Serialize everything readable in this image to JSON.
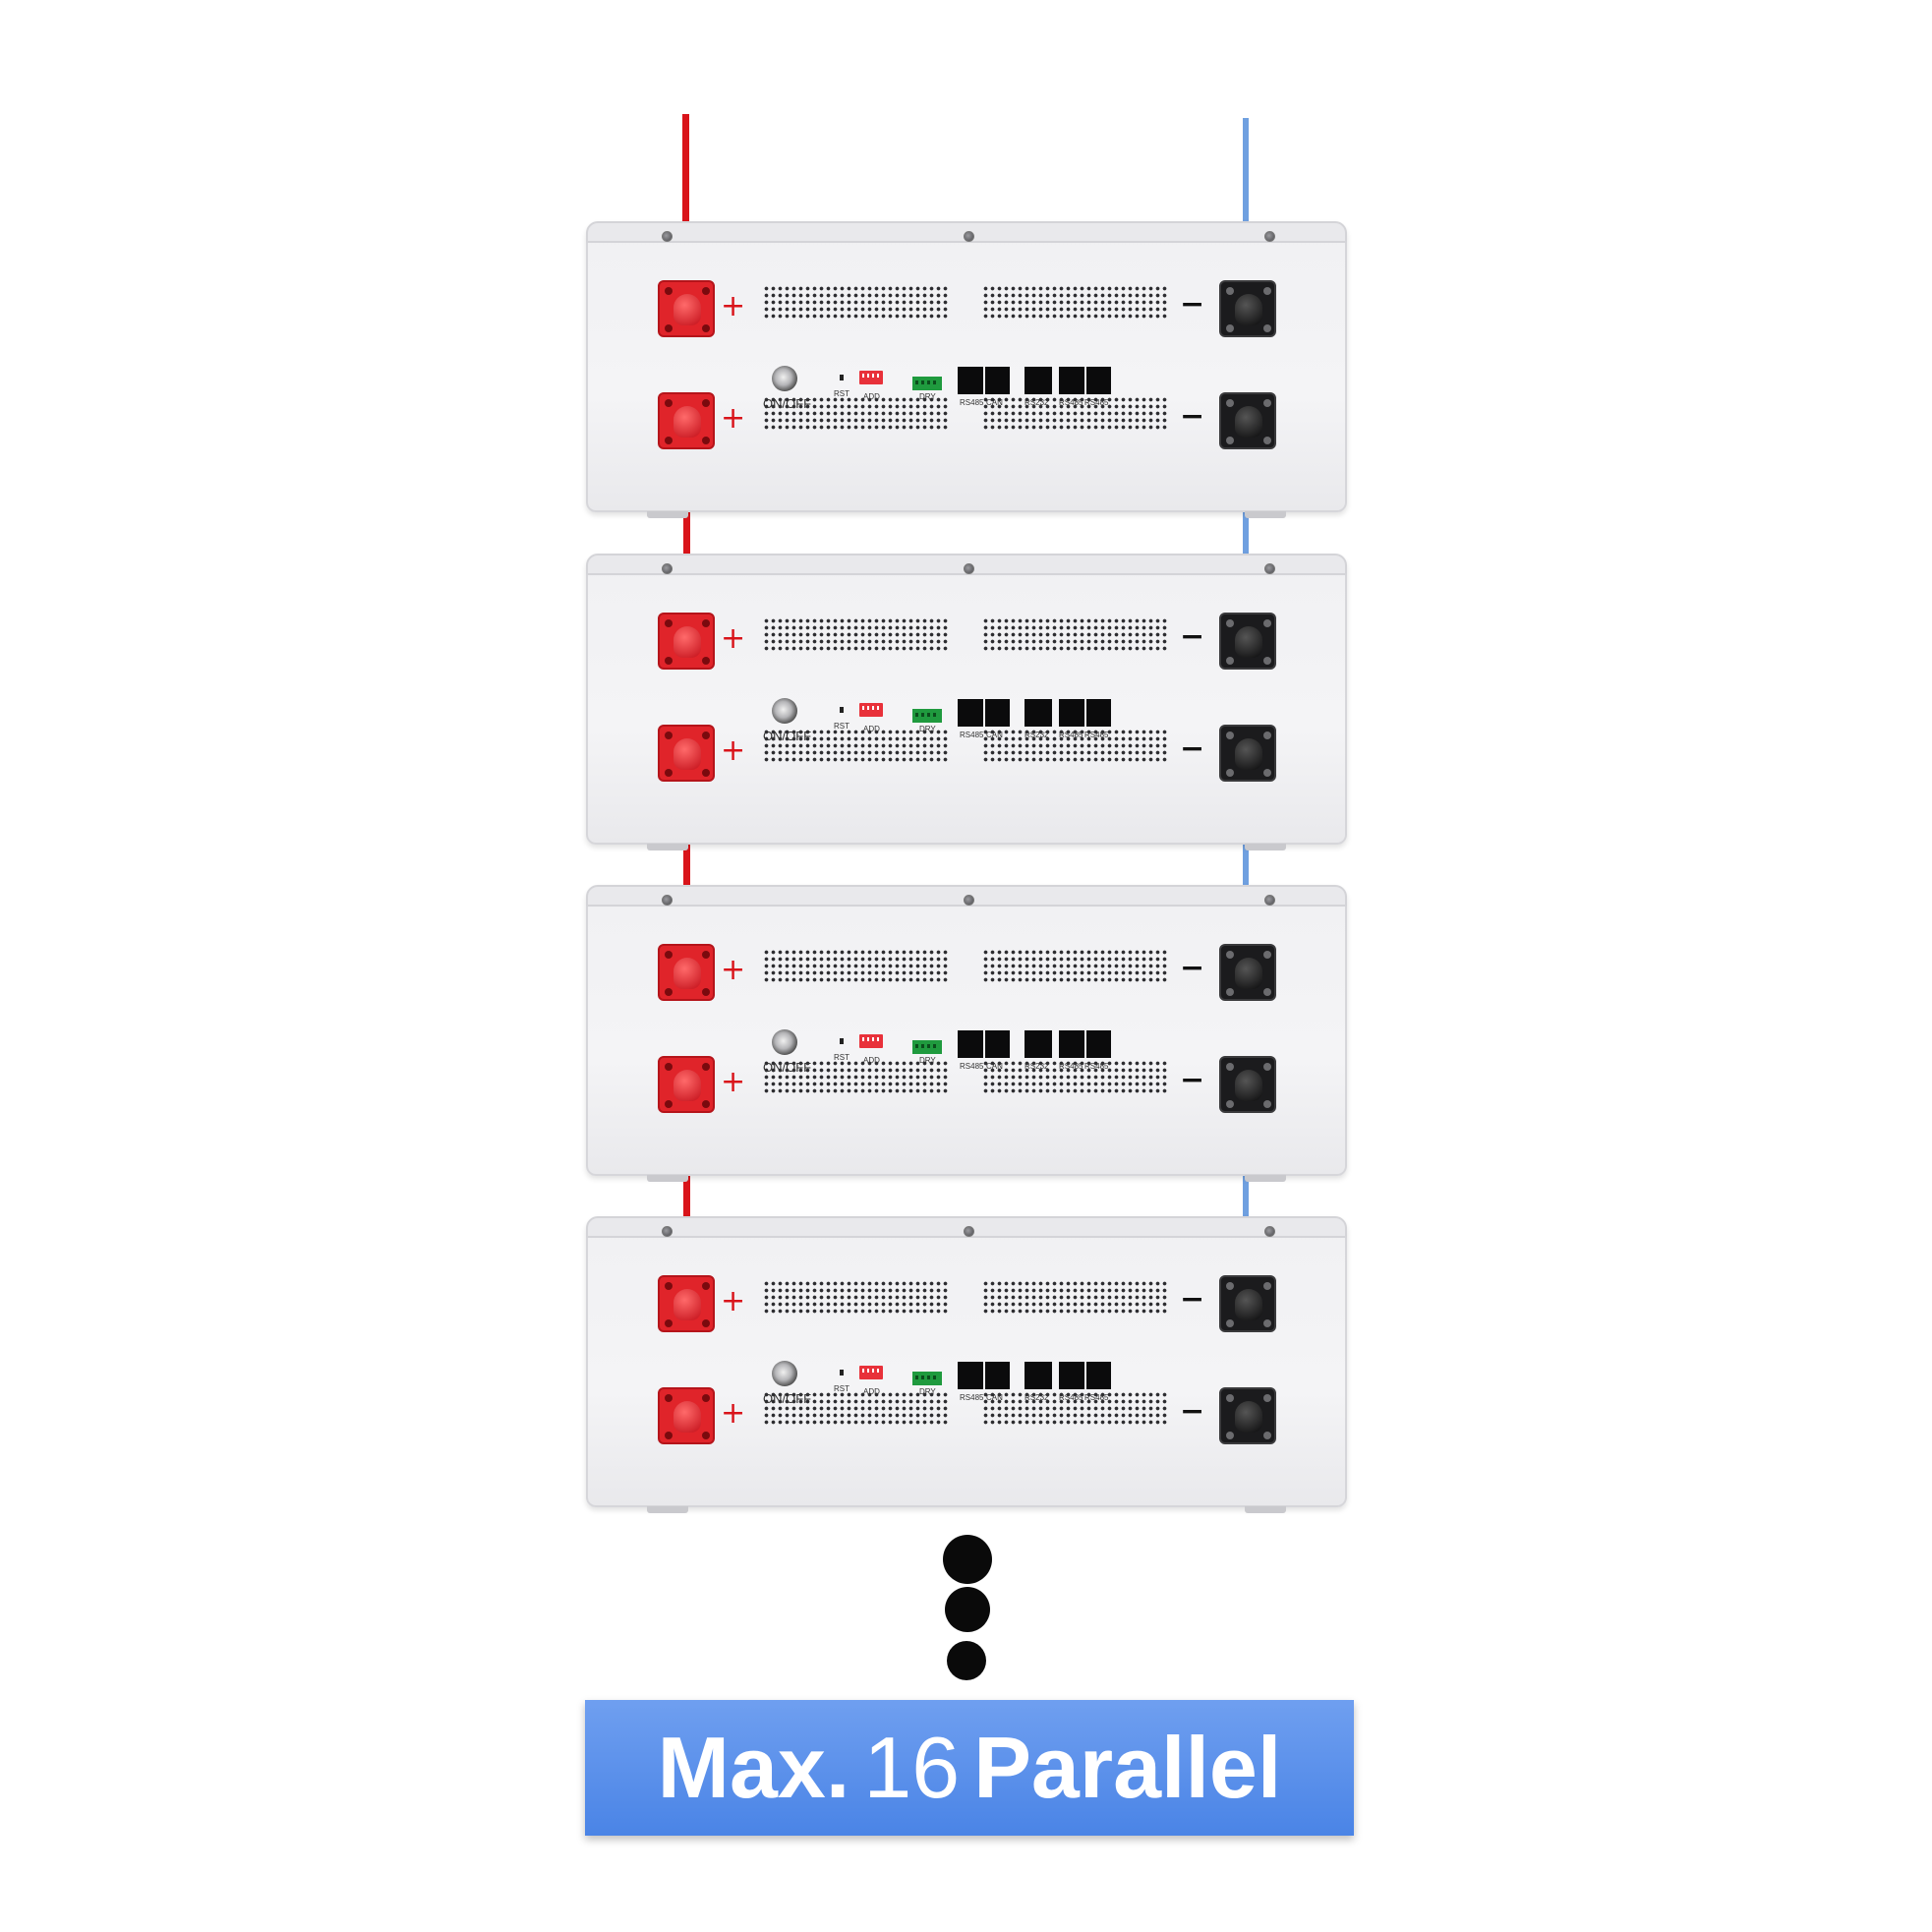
{
  "units": [
    {
      "id": 1,
      "labels": {
        "power": "ON/OFF",
        "rst": "RST",
        "add": "ADD",
        "dry": "DRY",
        "ports": [
          "RS485",
          "CAN",
          "RS232",
          "RS485",
          "RS485"
        ]
      }
    },
    {
      "id": 2,
      "labels": {
        "power": "ON/OFF",
        "rst": "RST",
        "add": "ADD",
        "dry": "DRY",
        "ports": [
          "RS485",
          "CAN",
          "RS232",
          "RS485",
          "RS485"
        ]
      }
    },
    {
      "id": 3,
      "labels": {
        "power": "ON/OFF",
        "rst": "RST",
        "add": "ADD",
        "dry": "DRY",
        "ports": [
          "RS485",
          "CAN",
          "RS232",
          "RS485",
          "RS485"
        ]
      }
    },
    {
      "id": 4,
      "labels": {
        "power": "ON/OFF",
        "rst": "RST",
        "add": "ADD",
        "dry": "DRY",
        "ports": [
          "RS485",
          "CAN",
          "RS232",
          "RS485",
          "RS485"
        ]
      }
    }
  ],
  "terminal_signs": {
    "positive": "+",
    "negative": "−"
  },
  "colors": {
    "positive_wire": "#d9141a",
    "negative_wire": "#6fa0e0",
    "banner": "#5b91ea"
  },
  "banner": {
    "prefix": "Max.",
    "number": "16",
    "suffix": "Parallel"
  }
}
